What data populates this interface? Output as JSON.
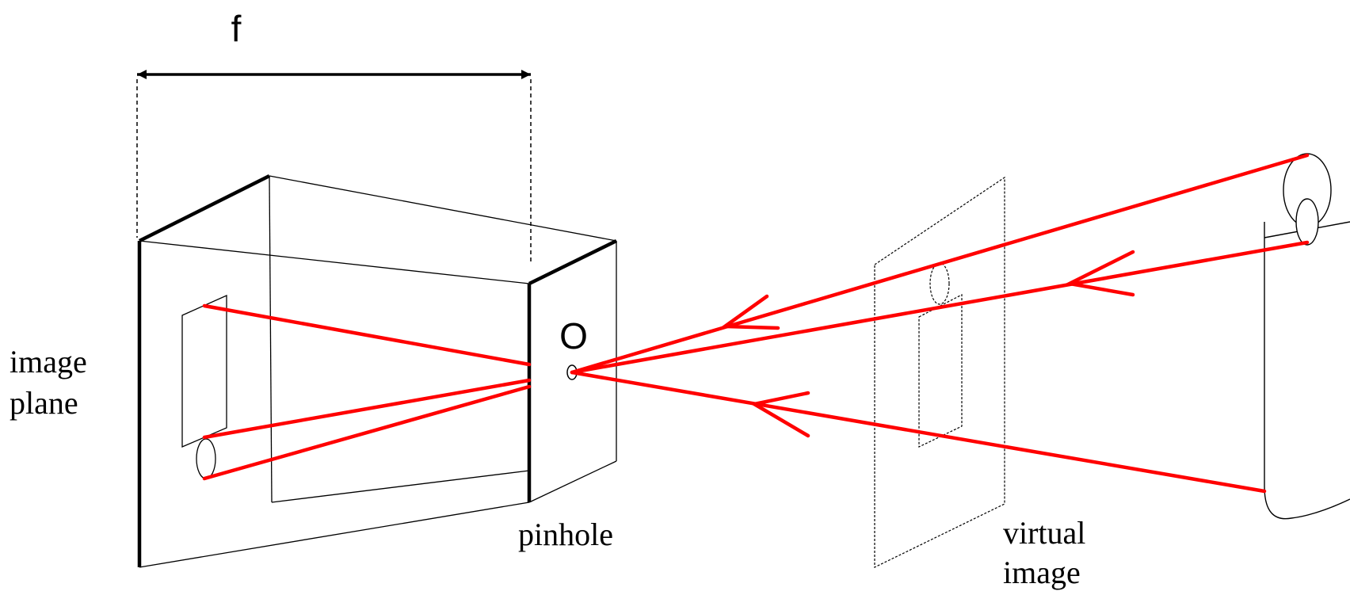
{
  "labels": {
    "focal_length": "f",
    "optical_center": "O",
    "image_plane": [
      "image",
      "plane"
    ],
    "pinhole": "pinhole",
    "virtual_image": [
      "virtual",
      "image"
    ]
  },
  "colors": {
    "ray": "#ff0000",
    "line": "#000000",
    "background": "#ffffff"
  }
}
